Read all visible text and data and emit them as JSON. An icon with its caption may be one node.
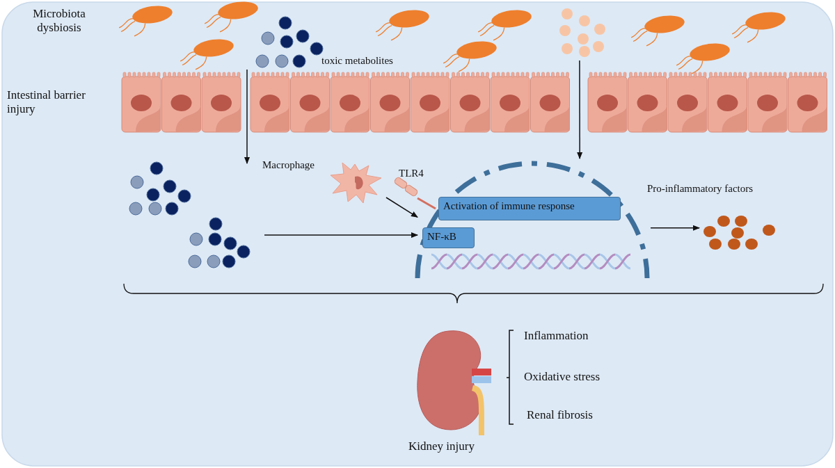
{
  "diagram": {
    "nodes": [
      {
        "text": [],
        "shape": "picture",
        "beside": [
          "toxic metabolites"
        ]
      },
      {
        "text": [],
        "shape": "picture"
      },
      {
        "text": [],
        "shape": "picture"
      },
      {
        "text": [],
        "shape": "picture"
      },
      {
        "text": [],
        "shape": "picture",
        "beside": [
          "Macrophage"
        ]
      },
      {
        "text": [],
        "shape": "circle"
      },
      {
        "text": [
          "Activation of immune response"
        ],
        "in": 5
      },
      {
        "text": [
          "NF-κB"
        ],
        "in": 5
      },
      {
        "text": [],
        "shape": "picture",
        "beside": [
          "Pro-inflammatory factors"
        ]
      },
      {
        "text": [],
        "shape": "picture",
        "beside": [
          "Kidney injury"
        ]
      }
    ],
    "edges": [
      {
        "from": 0,
        "to": 4,
        "arrow": "to"
      },
      {
        "from": 1,
        "to": 5,
        "arrow": "to"
      },
      {
        "from": 3,
        "to": 5,
        "arrow": "to"
      },
      {
        "from": 4,
        "to": 5,
        "arrow": "to"
      },
      {
        "from": 5,
        "to": 8,
        "arrow": "to"
      }
    ],
    "labels": [
      "Microbiota dysbiosis",
      "Intestinal barrier injury",
      "TLR4",
      "Inflammation",
      "Oxidative stress",
      "Renal fibrosis"
    ]
  }
}
